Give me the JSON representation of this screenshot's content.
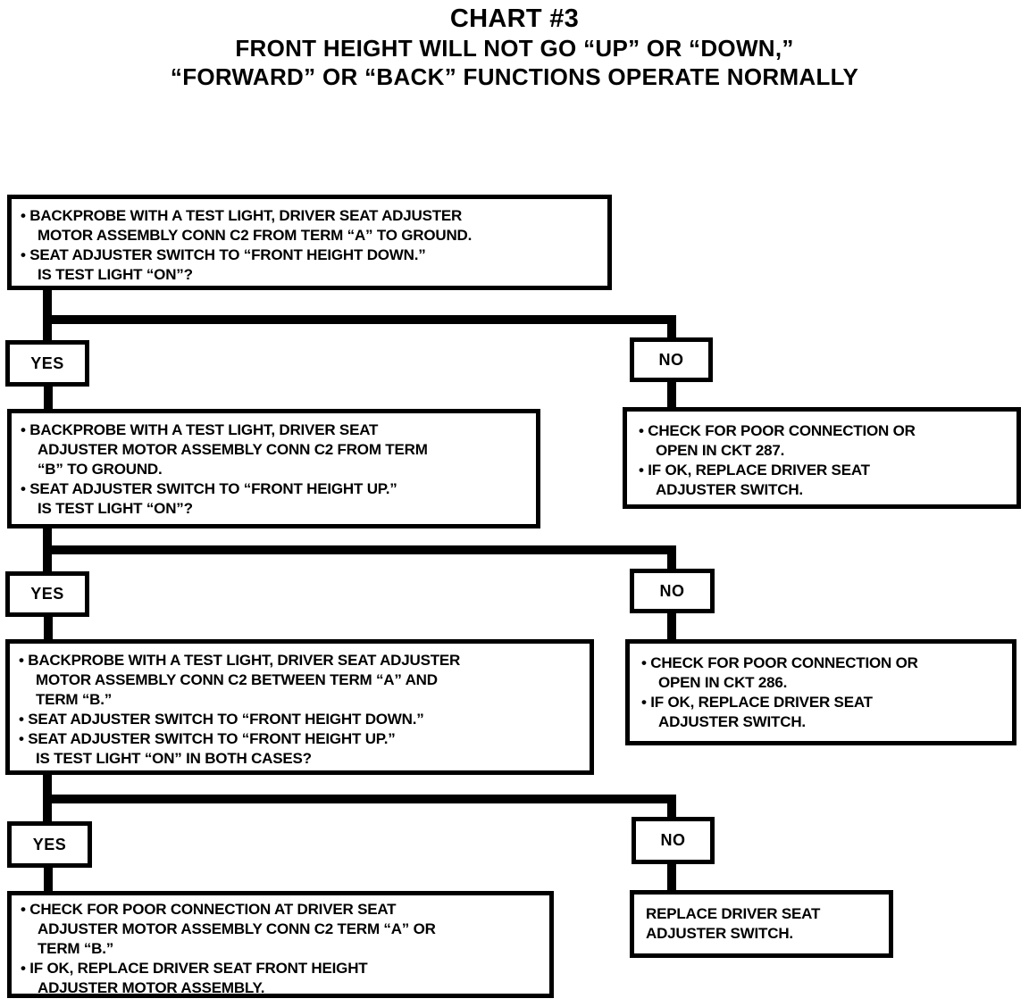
{
  "title": {
    "line1": "CHART #3",
    "line2": "FRONT HEIGHT WILL NOT GO “UP” OR “DOWN,”",
    "line3": "“FORWARD” OR “BACK” FUNCTIONS OPERATE NORMALLY"
  },
  "labels": {
    "yes": "YES",
    "no": "NO"
  },
  "colors": {
    "ink": "#000000",
    "paper": "#ffffff"
  },
  "nodes": {
    "step1": {
      "lines": [
        "• BACKPROBE WITH A TEST LIGHT, DRIVER SEAT ADJUSTER",
        "MOTOR ASSEMBLY CONN C2 FROM TERM “A” TO GROUND.",
        "• SEAT ADJUSTER SWITCH TO “FRONT HEIGHT DOWN.”",
        "IS TEST LIGHT “ON”?"
      ]
    },
    "step2": {
      "lines": [
        "• BACKPROBE WITH A TEST LIGHT, DRIVER SEAT",
        "ADJUSTER MOTOR ASSEMBLY CONN C2 FROM TERM",
        "“B” TO GROUND.",
        "• SEAT ADJUSTER SWITCH TO “FRONT HEIGHT UP.”",
        "IS TEST LIGHT “ON”?"
      ]
    },
    "step3": {
      "lines": [
        "• BACKPROBE WITH A TEST LIGHT, DRIVER SEAT ADJUSTER",
        "MOTOR ASSEMBLY CONN C2 BETWEEN TERM “A” AND",
        "TERM “B.”",
        "• SEAT ADJUSTER SWITCH TO “FRONT HEIGHT DOWN.”",
        "• SEAT ADJUSTER SWITCH TO “FRONT HEIGHT UP.”",
        "IS TEST LIGHT “ON” IN BOTH CASES?"
      ]
    },
    "result_ckt287": {
      "lines": [
        "• CHECK FOR POOR CONNECTION OR",
        "OPEN IN CKT 287.",
        "• IF OK, REPLACE DRIVER SEAT",
        "ADJUSTER SWITCH."
      ]
    },
    "result_ckt286": {
      "lines": [
        "• CHECK FOR POOR CONNECTION OR",
        "OPEN IN CKT 286.",
        "• IF OK, REPLACE DRIVER SEAT",
        "ADJUSTER SWITCH."
      ]
    },
    "result_motor": {
      "lines": [
        "• CHECK FOR POOR CONNECTION AT DRIVER SEAT",
        "ADJUSTER MOTOR ASSEMBLY CONN C2 TERM “A” OR",
        "TERM “B.”",
        "• IF OK, REPLACE DRIVER SEAT FRONT HEIGHT",
        "ADJUSTER MOTOR ASSEMBLY."
      ]
    },
    "result_switch": {
      "lines": [
        "REPLACE DRIVER SEAT",
        "ADJUSTER SWITCH."
      ]
    }
  }
}
